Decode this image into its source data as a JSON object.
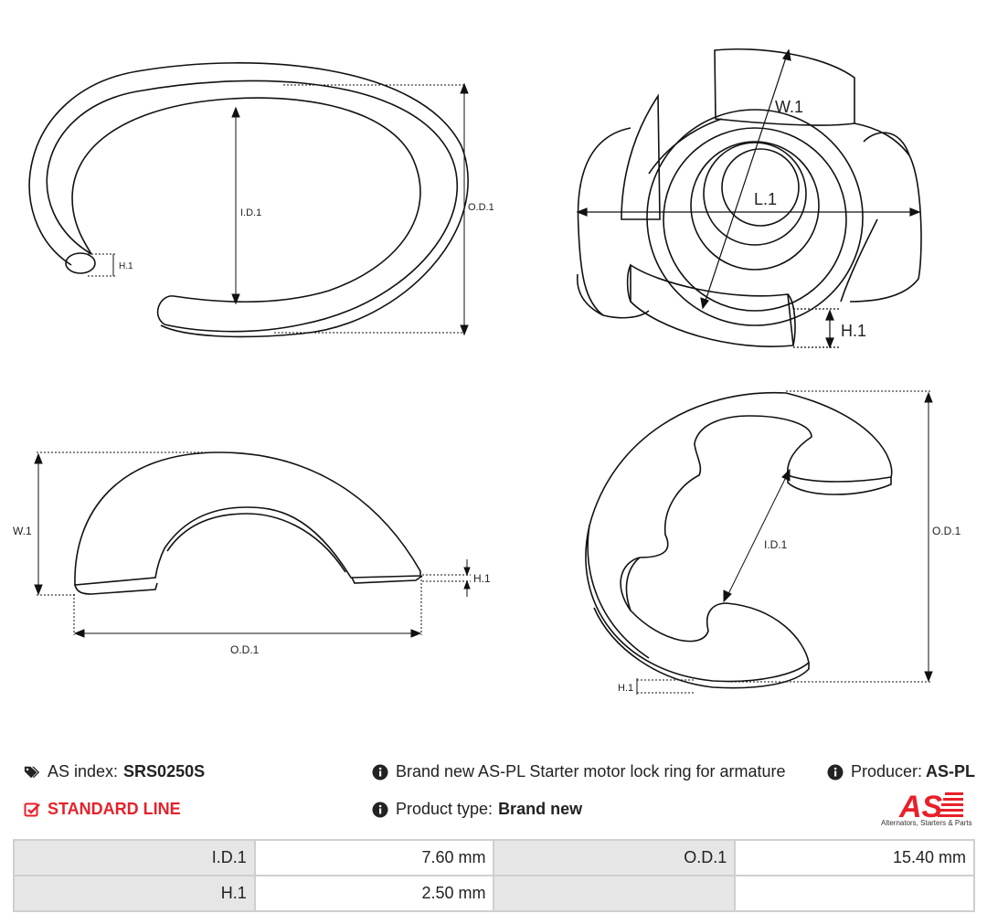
{
  "drawing_labels": {
    "top_left": {
      "id": "I.D.1",
      "od": "O.D.1",
      "h": "H.1"
    },
    "top_right": {
      "w": "W.1",
      "l": "L.1",
      "h": "H.1"
    },
    "bottom_left": {
      "w": "W.1",
      "od": "O.D.1",
      "h": "H.1"
    },
    "bottom_right": {
      "id": "I.D.1",
      "od": "O.D.1",
      "h": "H.1"
    }
  },
  "info": {
    "index_label": "AS index:",
    "index_value": "SRS0250S",
    "standard_line": "STANDARD LINE",
    "description": "Brand new AS-PL Starter motor lock ring for armature",
    "product_type_label": "Product type:",
    "product_type_value": "Brand new",
    "producer_label": "Producer:",
    "producer_value": "AS-PL"
  },
  "logo": {
    "mark": "AS",
    "tagline": "Alternators, Starters & Parts",
    "color": "#e8202a"
  },
  "specs": [
    {
      "label1": "I.D.1",
      "value1": "7.60 mm",
      "label2": "O.D.1",
      "value2": "15.40 mm"
    },
    {
      "label1": "H.1",
      "value1": "2.50 mm",
      "label2": "",
      "value2": ""
    }
  ]
}
